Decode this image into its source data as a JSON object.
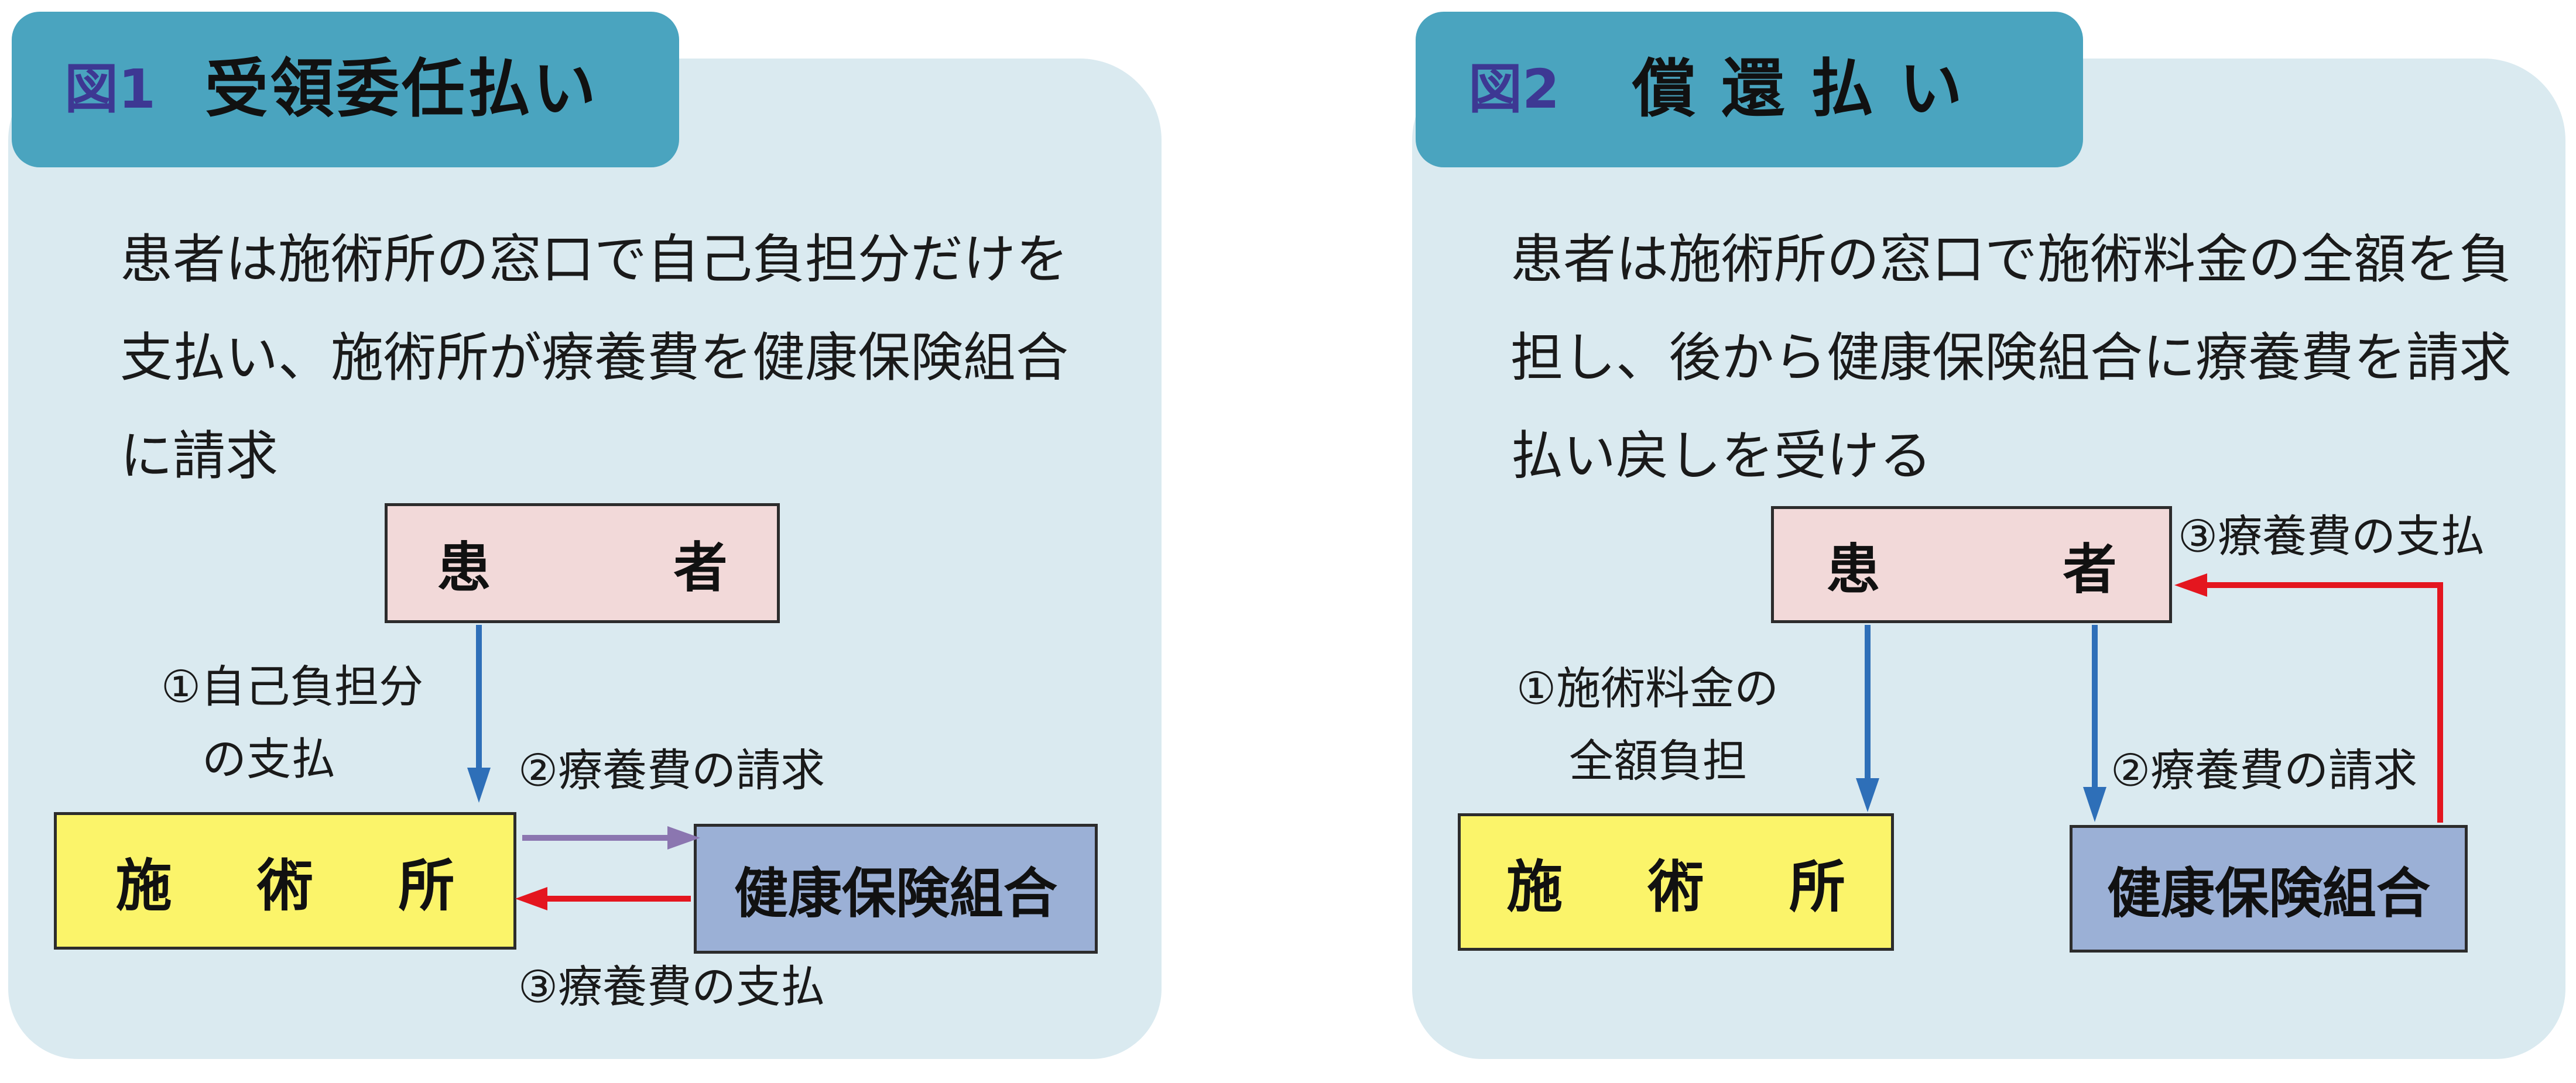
{
  "panel1": {
    "tab_number": "図1",
    "tab_title": "受領委任払い",
    "description_lines": [
      "患者は施術所の窓口で自己負担分だけを",
      "支払い、施術所が療養費を健康保険組合",
      "に請求"
    ],
    "patient_box": "患　者",
    "clinic_box": "施 術 所",
    "insurer_box": "健康保険組合",
    "flow1_lines": [
      "①自己負担分",
      "の支払"
    ],
    "flow2_label": "②療養費の請求",
    "flow3_label": "③療養費の支払"
  },
  "panel2": {
    "tab_number": "図2",
    "tab_title": "償還払い",
    "description_lines": [
      "患者は施術所の窓口で施術料金の全額を負",
      "担し、後から健康保険組合に療養費を請求",
      "払い戻しを受ける"
    ],
    "patient_box": "患　者",
    "clinic_box": "施 術 所",
    "insurer_box": "健康保険組合",
    "flow1_lines": [
      "①施術料金の",
      "全額負担"
    ],
    "flow2_label": "②療養費の請求",
    "flow3_label": "③療養費の支払"
  },
  "colors": {
    "panel_bg": "#daeaf0",
    "tab_bg": "#4aa4bf",
    "tab_number": "#3d3893",
    "patient_box": "#f2d9d9",
    "clinic_box": "#fbf46a",
    "insurer_box": "#9bb0d6",
    "blue_arrow": "#2e6fb8",
    "purple_arrow": "#8b76b0",
    "red_arrow": "#e4161f"
  }
}
